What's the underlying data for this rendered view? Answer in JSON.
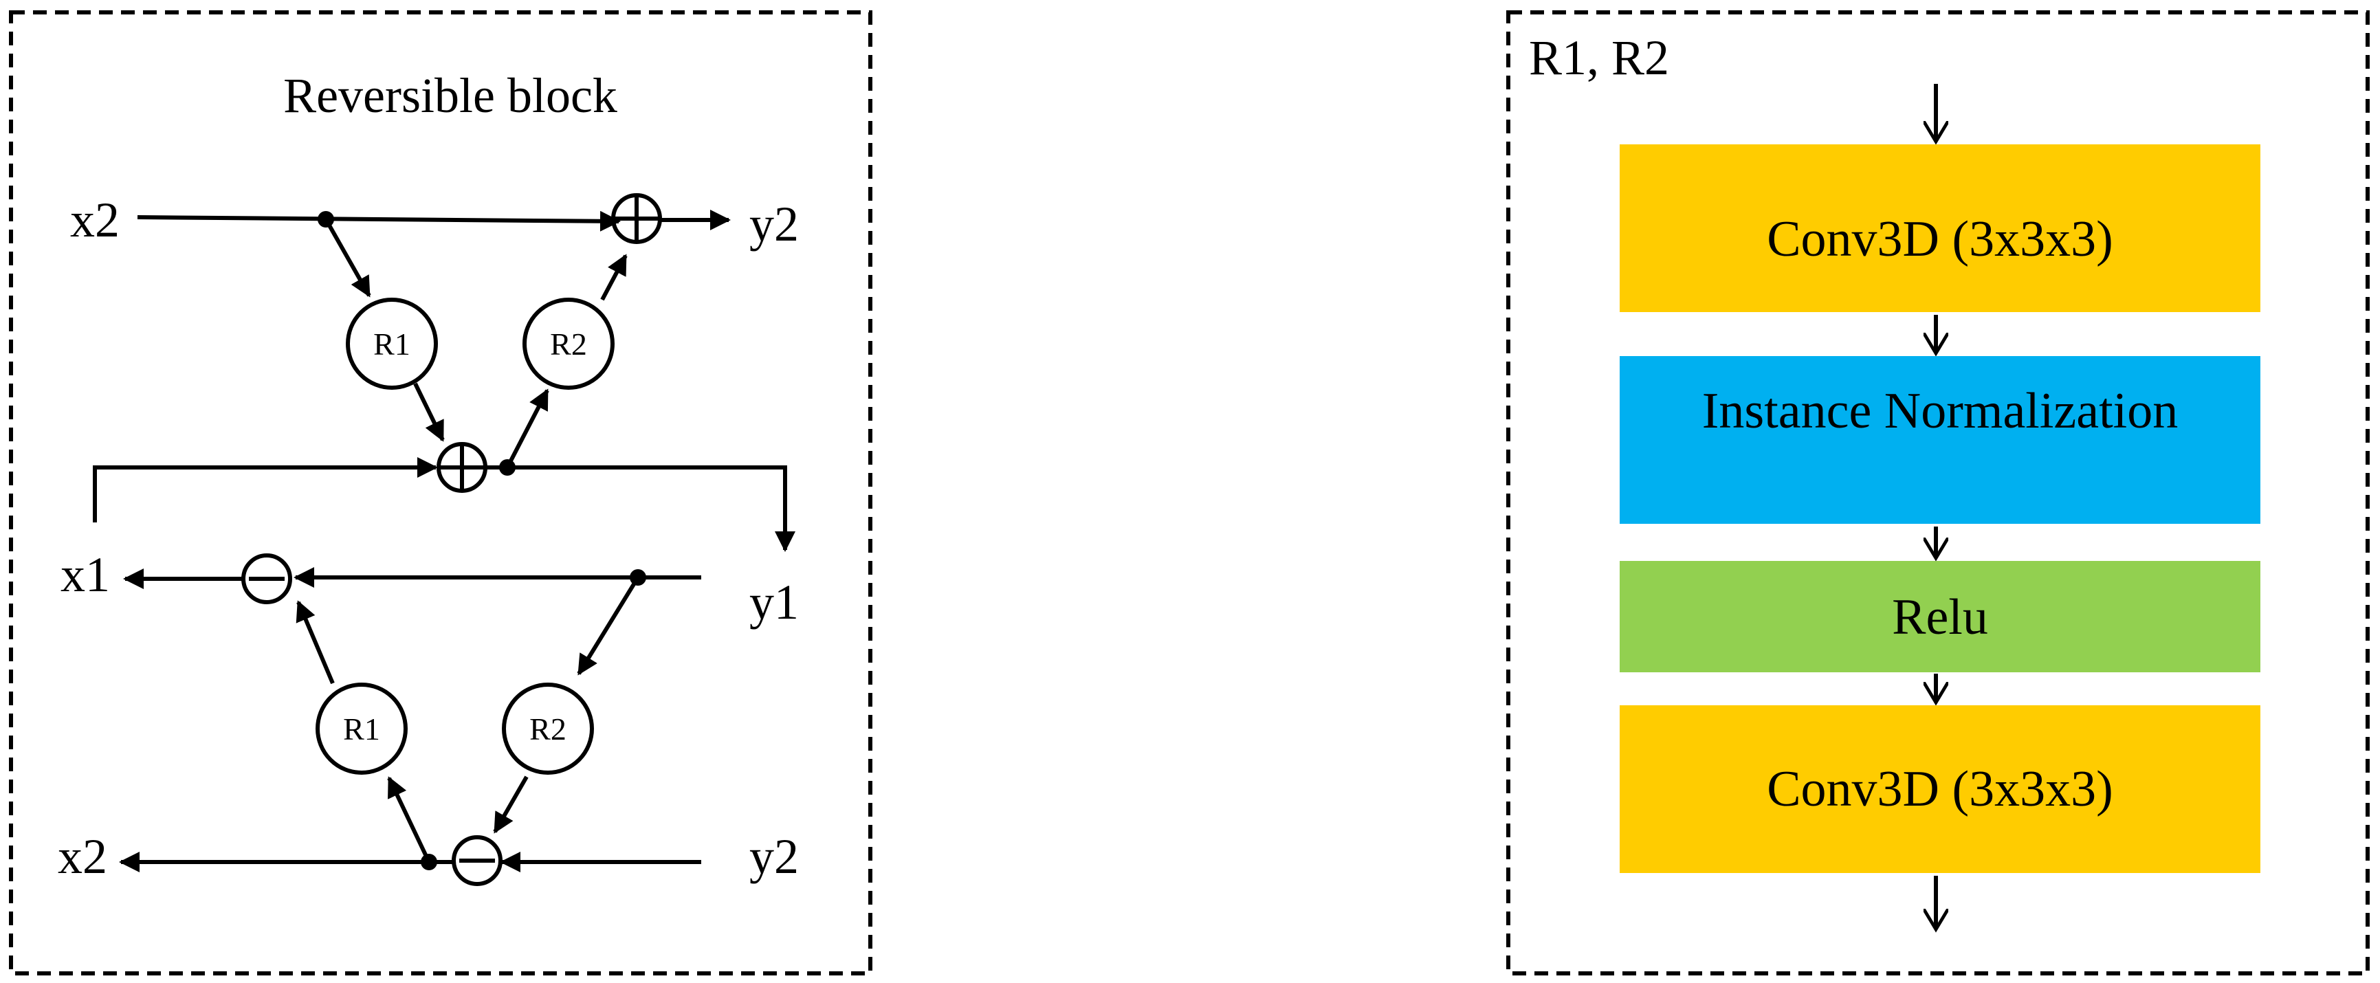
{
  "left_panel": {
    "title": "Reversible block",
    "forward": {
      "input_top": "x2",
      "output_top": "y2",
      "node_r1": "R1",
      "node_r2": "R2",
      "output_right": "y1"
    },
    "inverse": {
      "output_left_top": "x1",
      "input_right_top": "y1",
      "node_r1": "R1",
      "node_r2": "R2",
      "output_left_bottom": "x2",
      "input_right_bottom": "y2"
    }
  },
  "right_panel": {
    "header": "R1, R2",
    "layers": [
      {
        "label": "Conv3D (3x3x3)",
        "color": "#FFCC00"
      },
      {
        "label": "Instance Normalization",
        "color": "#00B0F0"
      },
      {
        "label": "Relu",
        "color": "#92D050"
      },
      {
        "label": "Conv3D (3x3x3)",
        "color": "#FFCC00"
      }
    ]
  }
}
